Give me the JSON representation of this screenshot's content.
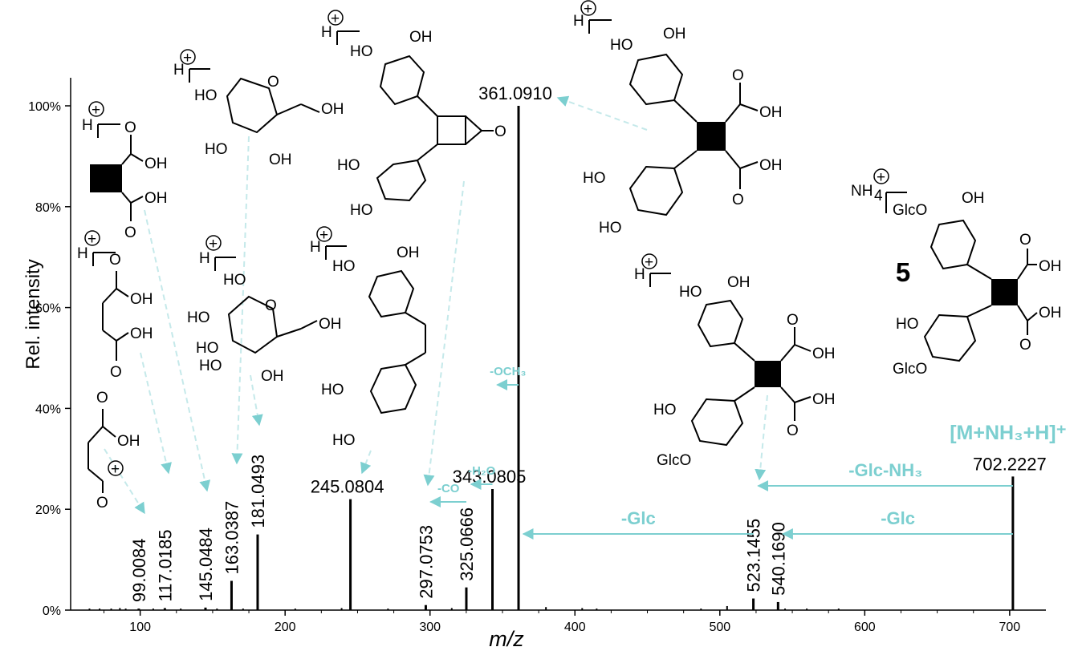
{
  "chart_data": {
    "type": "bar",
    "xlabel": "m/z",
    "ylabel": "Rel. intensity",
    "xlim": [
      52,
      725
    ],
    "ylim": [
      0,
      105
    ],
    "xticks": [
      100,
      200,
      300,
      400,
      500,
      600,
      700
    ],
    "yticks": [
      "0%",
      "20%",
      "40%",
      "60%",
      "80%",
      "100%"
    ],
    "ytick_values": [
      0,
      20,
      40,
      60,
      80,
      100
    ],
    "compound_label": "5",
    "peaks": [
      {
        "mz": 99.0084,
        "label": "99.0084",
        "intensity": 0.3
      },
      {
        "mz": 117.0185,
        "label": "117.0185",
        "intensity": 0.4
      },
      {
        "mz": 145.0484,
        "label": "145.0484",
        "intensity": 0.5
      },
      {
        "mz": 163.0387,
        "label": "163.0387",
        "intensity": 5.8
      },
      {
        "mz": 181.0493,
        "label": "181.0493",
        "intensity": 15
      },
      {
        "mz": 245.0804,
        "label": "245.0804",
        "intensity": 22
      },
      {
        "mz": 297.0753,
        "label": "297.0753",
        "intensity": 1
      },
      {
        "mz": 325.0666,
        "label": "325.0666",
        "intensity": 4.5
      },
      {
        "mz": 343.0805,
        "label": "343.0805",
        "intensity": 24
      },
      {
        "mz": 361.091,
        "label": "361.0910",
        "intensity": 100
      },
      {
        "mz": 523.1455,
        "label": "523.1455",
        "intensity": 2.3
      },
      {
        "mz": 540.169,
        "label": "540.1690",
        "intensity": 1.6
      },
      {
        "mz": 702.2227,
        "label": "702.2227",
        "intensity": 26.5
      }
    ],
    "minor_peaks": [
      {
        "mz": 65,
        "intensity": 0.3
      },
      {
        "mz": 72,
        "intensity": 0.3
      },
      {
        "mz": 80,
        "intensity": 0.3
      },
      {
        "mz": 86,
        "intensity": 0.4
      },
      {
        "mz": 90,
        "intensity": 0.3
      },
      {
        "mz": 109,
        "intensity": 0.3
      },
      {
        "mz": 128,
        "intensity": 0.3
      },
      {
        "mz": 153,
        "intensity": 0.3
      },
      {
        "mz": 171,
        "intensity": 0.3
      },
      {
        "mz": 207,
        "intensity": 0.3
      },
      {
        "mz": 239,
        "intensity": 0.4
      },
      {
        "mz": 271,
        "intensity": 0.3
      },
      {
        "mz": 315,
        "intensity": 0.4
      },
      {
        "mz": 380,
        "intensity": 0.6
      },
      {
        "mz": 405,
        "intensity": 0.4
      },
      {
        "mz": 415,
        "intensity": 0.3
      },
      {
        "mz": 487,
        "intensity": 0.3
      },
      {
        "mz": 505,
        "intensity": 0.8
      },
      {
        "mz": 545,
        "intensity": 0.3
      },
      {
        "mz": 560,
        "intensity": 0.3
      },
      {
        "mz": 582,
        "intensity": 0.3
      }
    ],
    "precursor_label": "[M+NH₃+H]⁺",
    "losses": [
      {
        "label": "-Glc-NH₃",
        "from": 702.2227,
        "to": 523.1455
      },
      {
        "label": "-Glc",
        "from": 702.2227,
        "to": 540.169
      },
      {
        "label": "-Glc",
        "from": 523.1455,
        "to": 361.091
      },
      {
        "label": "-OCH₃",
        "from": 361.091,
        "to": 343.0805
      },
      {
        "label": "-H₂O",
        "from": 343.0805,
        "to": 325.0666
      },
      {
        "label": "-CO",
        "from": 325.0666,
        "to": 297.0753
      }
    ]
  },
  "accent_color": "#7ccfd0",
  "structure_text": {
    "h": "H",
    "oh": "OH",
    "ho": "HO",
    "o": "O",
    "nh4": "NH",
    "glco": "GlcO",
    "plus": "+"
  }
}
